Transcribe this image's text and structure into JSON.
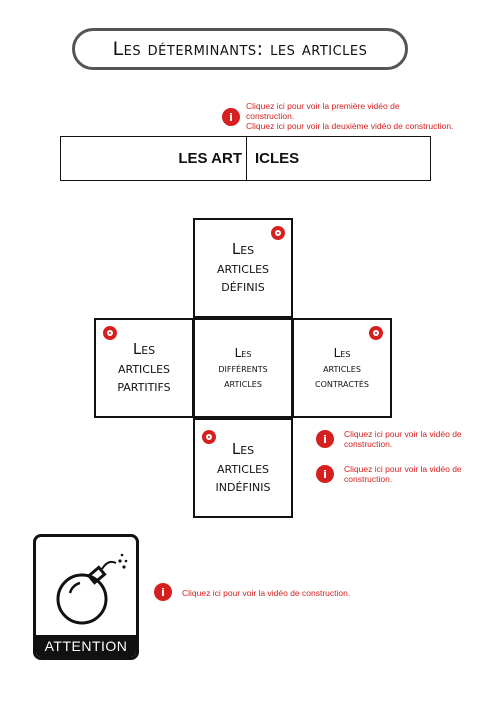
{
  "title": "Les déterminants: les articles",
  "video_links": {
    "first": "Cliquez ici pour voir la première vidéo de construction.",
    "second": "Cliquez ici pour voir la deuxième vidéo de construction.",
    "right_1": "Cliquez ici pour voir la vidéo de construction.",
    "right_2": "Cliquez ici pour voir la vidéo de construction.",
    "attention": "Cliquez ici pour voir la vidéo de construction."
  },
  "articles_box": {
    "left": "LES ART",
    "right": "ICLES"
  },
  "cross": {
    "top": "Les\narticles\ndéfinis",
    "left": "Les\narticles\npartitifs",
    "center": "Les\ndifférents\narticles",
    "right": "Les\narticles\ncontractés",
    "bottom": "Les\narticles\nindéfinis"
  },
  "attention_label": "ATTENTION",
  "colors": {
    "accent": "#d62020",
    "ink": "#111111"
  },
  "icons": {
    "info": "info-icon",
    "eye": "eye-icon",
    "bomb": "bomb-icon"
  }
}
